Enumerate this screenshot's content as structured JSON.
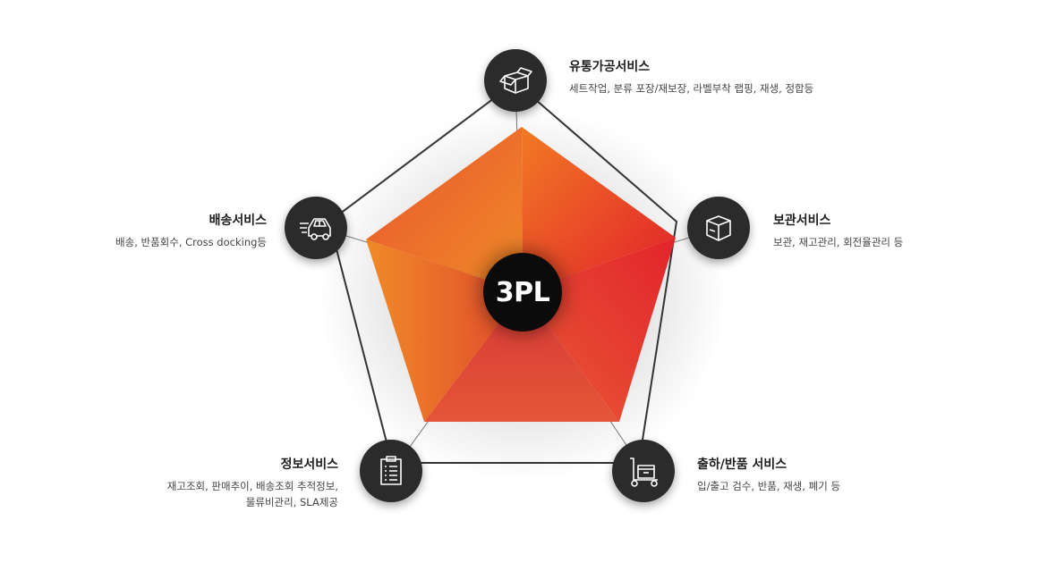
{
  "center": {
    "label": "3PL"
  },
  "services": [
    {
      "key": "processing",
      "title": "유통가공서비스",
      "desc": [
        "세트작업, 분류 포장/재보장, 라벨부착 랩핑, 재생, 정합등"
      ],
      "icon": "open-box-icon"
    },
    {
      "key": "storage",
      "title": "보관서비스",
      "desc": [
        "보관, 재고관리, 회전율관리 등"
      ],
      "icon": "box-icon"
    },
    {
      "key": "shipping",
      "title": "출하/반품 서비스",
      "desc": [
        "입/출고 검수, 반품, 재생, 폐기 등"
      ],
      "icon": "hand-truck-icon"
    },
    {
      "key": "information",
      "title": "정보서비스",
      "desc": [
        "재고조회, 판매추이, 배송조회 추적정보,",
        "물류비관리, SLA제공"
      ],
      "icon": "clipboard-icon"
    },
    {
      "key": "delivery",
      "title": "배송서비스",
      "desc": [
        "배송, 반품회수, Cross docking등"
      ],
      "icon": "delivery-truck-icon"
    }
  ],
  "colors": {
    "node": "#2b2b2b",
    "outline": "#333333",
    "petal_light": "#f08a28",
    "petal_dark": "#e0202a",
    "center": "#0b0b0b"
  }
}
